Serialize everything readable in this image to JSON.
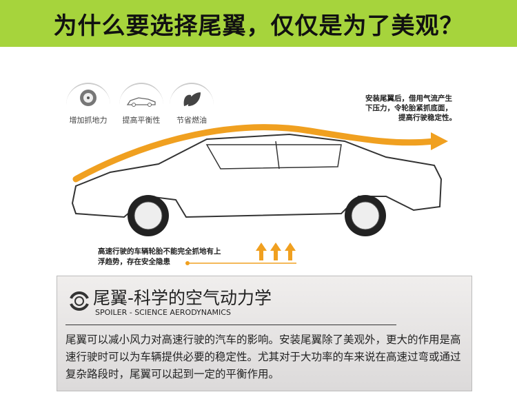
{
  "banner": {
    "title": "为什么要选择尾翼，仅仅是为了美观？"
  },
  "features": [
    {
      "icon": "wheel-icon",
      "label": "增加抓地力"
    },
    {
      "icon": "car-icon",
      "label": "提高平衡性"
    },
    {
      "icon": "leaf-icon",
      "label": "节省燃油"
    }
  ],
  "note_right": [
    "安装尾翼后，借用气流产生",
    "下压力，令轮胎紧抓底面，",
    "提高行驶稳定性。"
  ],
  "note_left": [
    "高速行驶的车辆轮胎不能完全抓地有上",
    "浮趋势，存在安全隐患"
  ],
  "colors": {
    "banner": "#a6d43c",
    "accent": "#f0a020"
  },
  "panel": {
    "title": "尾翼-科学的空气动力学",
    "subtitle": "SPOILER - SCIENCE AERODYNAMICS",
    "body": "尾翼可以减小风力对高速行驶的汽车的影响。安装尾翼除了美观外，更大的作用是高速行驶时可以为车辆提供必要的稳定性。尤其对于大功率的车来说在高速过弯或通过复杂路段时，尾翼可以起到一定的平衡作用。"
  }
}
